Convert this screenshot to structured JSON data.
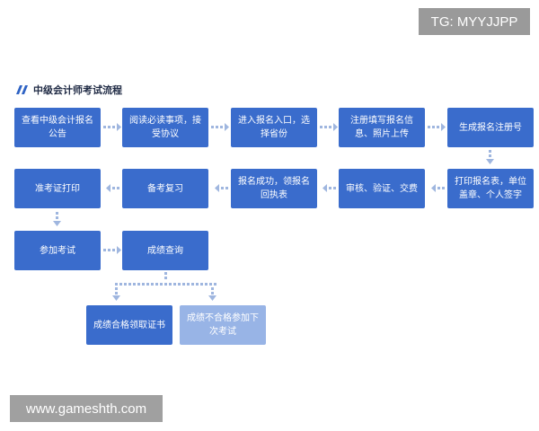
{
  "watermarks": {
    "top": "TG: MYYJJPP",
    "bottom": "www.gameshth.com"
  },
  "title": "中级会计师考试流程",
  "colors": {
    "box": "#3a6ccc",
    "box_light": "#98b4e6",
    "arrow": "#9fb6df",
    "title_icon": "#2f63c4"
  },
  "steps": [
    "查看中级会计报名公告",
    "阅读必读事项，接受协议",
    "进入报名入口，选择省份",
    "注册填写报名信息、照片上传",
    "生成报名注册号",
    "打印报名表，单位盖章、个人签字",
    "审核、验证、交费",
    "报名成功，领报名回执表",
    "备考复习",
    "准考证打印",
    "参加考试",
    "成绩查询",
    "成绩合格领取证书",
    "成绩不合格参加下次考试"
  ]
}
